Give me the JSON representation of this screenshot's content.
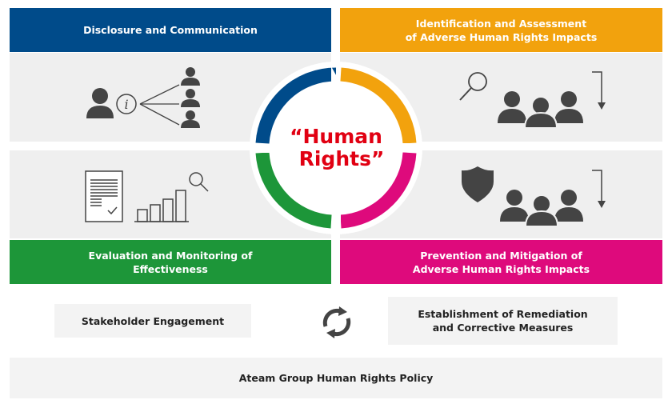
{
  "quadrants": {
    "disclosure": {
      "label": "Disclosure and Communication",
      "color": "#004b8a"
    },
    "identification": {
      "label_line1": "Identification and Assessment",
      "label_line2": "of Adverse Human Rights Impacts",
      "color": "#f2a20d"
    },
    "evaluation": {
      "label_line1": "Evaluation and Monitoring of",
      "label_line2": "Effectiveness",
      "color": "#1d9639"
    },
    "prevention": {
      "label_line1": "Prevention and Mitigation of",
      "label_line2": "Adverse Human Rights Impacts",
      "color": "#de0a7c"
    }
  },
  "center": {
    "line1": "“Human",
    "line2": "Rights”",
    "color": "#e10012"
  },
  "bottom": {
    "stakeholder": "Stakeholder Engagement",
    "remediation_line1": "Establishment of Remediation",
    "remediation_line2": "and Corrective Measures",
    "policy": "Ateam Group Human Rights Policy"
  }
}
